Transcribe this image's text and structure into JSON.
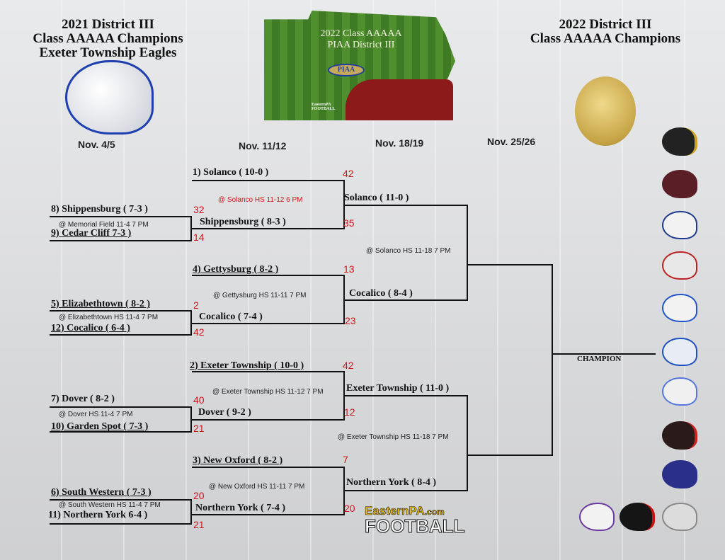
{
  "header": {
    "left_title": [
      "2021 District III",
      "Class AAAAA Champions",
      "Exeter Township Eagles"
    ],
    "right_title": [
      "2022 District III",
      "Class AAAAA Champions"
    ],
    "map_title": [
      "2022 Class AAAAA",
      "PIAA District III"
    ],
    "piaa_logo": "PIAA",
    "map_brand": "EasternPA FOOTBALL"
  },
  "dates": [
    "Nov. 4/5",
    "Nov. 11/12",
    "Nov. 18/19",
    "Nov. 25/26"
  ],
  "round1": [
    {
      "top": "8) Shippensburg  ( 7-3 )",
      "bottom": "9) Cedar Cliff  7-3 )",
      "venue": "@ Memorial Field 11-4  7 PM",
      "top_score": "32",
      "bottom_score": "14"
    },
    {
      "top": "5) Elizabethtown ( 8-2 )",
      "bottom": "12) Cocalico ( 6-4 )",
      "venue": "@ Elizabethtown HS 11-4  7 PM",
      "top_score": "2",
      "bottom_score": "42"
    },
    {
      "top": "7) Dover ( 8-2 )",
      "bottom": "10) Garden Spot ( 7-3 )",
      "venue": "@ Dover HS 11-4  7 PM",
      "top_score": "40",
      "bottom_score": "21"
    },
    {
      "top": "6) South Western ( 7-3 )",
      "bottom": "11) Northern York  6-4 )",
      "venue": "@ South Western HS 11-4  7 PM",
      "top_score": "20",
      "bottom_score": "21"
    }
  ],
  "round2": [
    {
      "top": "1)  Solanco ( 10-0 )",
      "bottom": "Shippensburg  ( 8-3 )",
      "venue": "@ Solanco HS 11-12 6 PM",
      "top_score": "42",
      "bottom_score": "35"
    },
    {
      "top": "4) Gettysburg ( 8-2 )",
      "bottom": "Cocalico ( 7-4 )",
      "venue": "@ Gettysburg HS 11-11 7 PM",
      "top_score": "13",
      "bottom_score": "23"
    },
    {
      "top": "2) Exeter Township ( 10-0 )",
      "bottom": "Dover ( 9-2 )",
      "venue": "@ Exeter Township HS 11-12 7 PM",
      "top_score": "42",
      "bottom_score": "12"
    },
    {
      "top": "3) New Oxford ( 8-2 )",
      "bottom": "Northern York  ( 7-4 )",
      "venue": "@ New Oxford HS 11-11 7  PM",
      "top_score": "7",
      "bottom_score": "20"
    }
  ],
  "round3": [
    {
      "top": "Solanco ( 11-0 )",
      "bottom": "Cocalico ( 8-4 )",
      "venue": "@ Solanco HS 11-18 7 PM"
    },
    {
      "top": "Exeter Township ( 11-0 )",
      "bottom": "Northern York  ( 8-4 )",
      "venue": "@ Exeter Township HS 11-18 7 PM"
    }
  ],
  "champion_label": "CHAMPION",
  "brand": [
    "EasternPA",
    ".com",
    "FOOTBALL"
  ],
  "colors": {
    "score": "#d0161c",
    "line": "#111111"
  }
}
